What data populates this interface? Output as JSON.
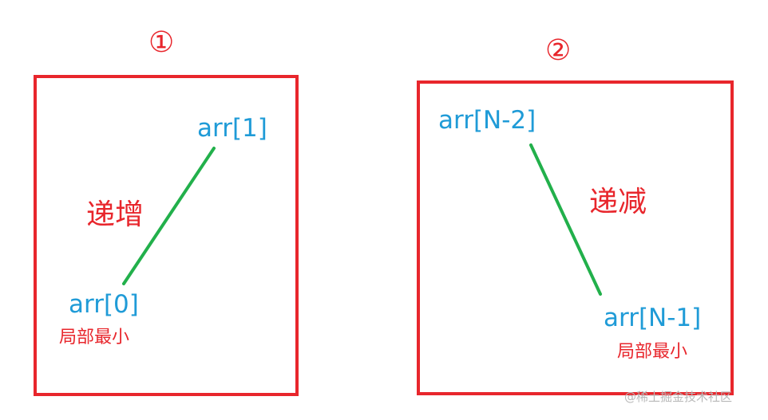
{
  "case1": {
    "marker": "①",
    "top_label": "arr[1]",
    "bottom_label": "arr[0]",
    "trend_label": "递增",
    "note": "局部最小"
  },
  "case2": {
    "marker": "②",
    "top_label": "arr[N-2]",
    "bottom_label": "arr[N-1]",
    "trend_label": "递减",
    "note": "局部最小"
  },
  "watermark": "@稀土掘金技术社区",
  "colors": {
    "border": "#e8262c",
    "text_red": "#e8262c",
    "text_blue": "#1f9bd7",
    "line_green": "#22b04b"
  }
}
